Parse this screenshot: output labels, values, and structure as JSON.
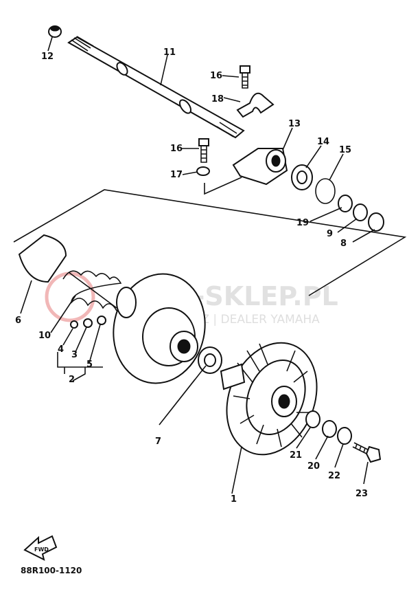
{
  "watermark": {
    "brand": "AMA-SKLEP.PL",
    "subtitle": "WO CHOWICZ | DEALER YAMAHA",
    "logo_color": "#e06060"
  },
  "diagram_code": "88R100-1120",
  "front_badge": "FWD",
  "callouts": {
    "p1": "1",
    "p2": "2",
    "p3": "3",
    "p4": "4",
    "p5": "5",
    "p6": "6",
    "p7": "7",
    "p8": "8",
    "p9": "9",
    "p10": "10",
    "p11": "11",
    "p12": "12",
    "p13": "13",
    "p14": "14",
    "p15": "15",
    "p16a": "16",
    "p16b": "16",
    "p17": "17",
    "p18": "18",
    "p19": "19",
    "p20": "20",
    "p21": "21",
    "p22": "22",
    "p23": "23"
  }
}
